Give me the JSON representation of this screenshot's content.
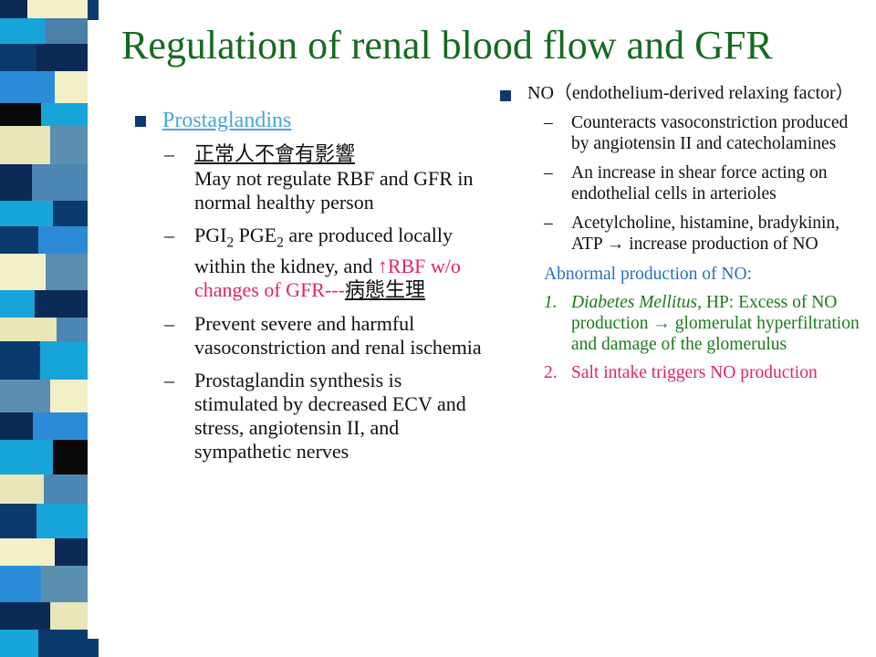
{
  "title": "Regulation of renal blood flow and GFR",
  "colors": {
    "title": "#156a20",
    "link": "#49a5d8",
    "highlight": "#e0236b",
    "abnormal": "#2a6fbf",
    "green": "#1b7a1b",
    "bullet": "#0a3a6e"
  },
  "left": {
    "heading": "Prostaglandins",
    "items": {
      "i1": {
        "cn": "正常人不會有影響",
        "text": "May not regulate RBF and GFR in normal healthy person"
      },
      "i2": {
        "pgi": "PGI",
        "pge": "PGE",
        "sub": "2",
        "text": "are produced locally within the kidney, and ",
        "pink": "↑RBF w/o changes of GFR---",
        "cn": "病態生理"
      },
      "i3": {
        "text": "Prevent severe and harmful vasoconstriction and renal ischemia"
      },
      "i4": {
        "text": "Prostaglandin synthesis is stimulated by decreased ECV and stress, angiotensin II, and sympathetic nerves"
      }
    }
  },
  "right": {
    "heading": "NO（endothelium-derived relaxing factor）",
    "items": {
      "i1": "Counteracts vasoconstriction produced by angiotensin II and catecholamines",
      "i2": "An increase in shear force acting on endothelial cells in arterioles",
      "i3": "Acetylcholine, histamine, bradykinin, ATP → increase production of NO"
    },
    "abnormal": "Abnormal production of NO:",
    "num1": {
      "n": "1.",
      "italic": "Diabetes Mellitus",
      "rest": ", HP: Excess of NO production → glomerulat hyperfiltration and damage of the glomerulus"
    },
    "num2": {
      "n": "2.",
      "text": "Salt intake triggers NO production"
    },
    "dash": "–"
  }
}
